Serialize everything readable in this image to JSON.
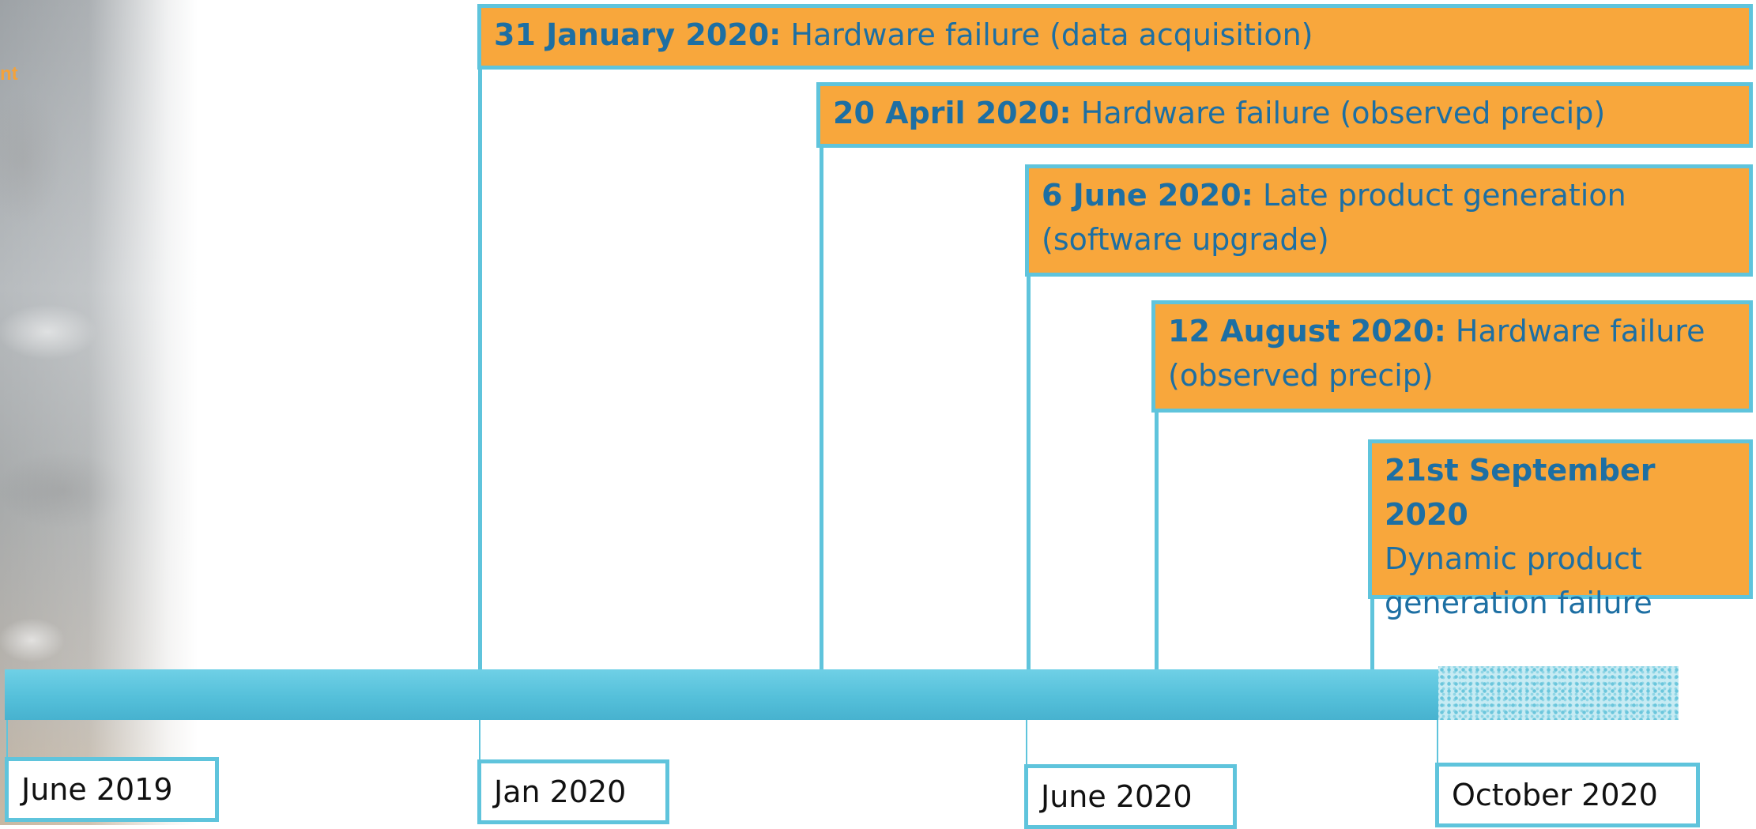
{
  "background": {
    "photo_caption_fragment": "nt"
  },
  "events": [
    {
      "date": "31 January 2020:",
      "text": " Hardware failure (data acquisition)"
    },
    {
      "date": "20 April 2020:",
      "text": " Hardware failure (observed precip)"
    },
    {
      "date": "6 June 2020:",
      "text": " Late product generation (software upgrade)"
    },
    {
      "date": "12 August  2020:",
      "text": " Hardware failure (observed precip)"
    },
    {
      "date": "21st September 2020",
      "text": "Dynamic product generation failure"
    }
  ],
  "timeline": {
    "labels": [
      "June 2019",
      "Jan 2020",
      "June 2020",
      "October 2020"
    ]
  },
  "colors": {
    "event_fill": "#f8a73c",
    "event_border": "#5fc4dc",
    "event_text": "#1d6fa3",
    "timeline_bar": "#55c0da"
  }
}
